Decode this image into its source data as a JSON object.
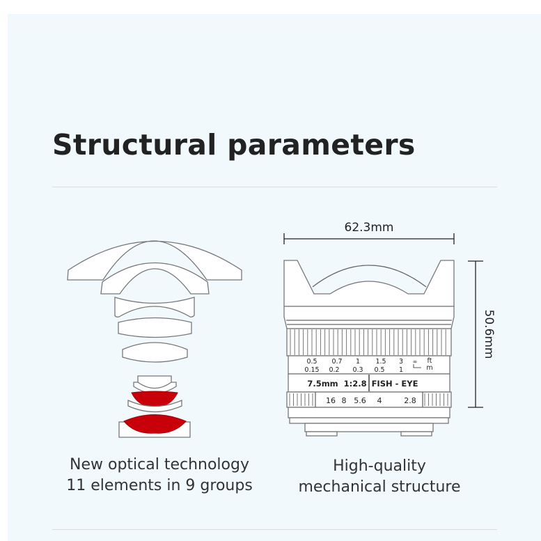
{
  "title": "Structural parameters",
  "optics": {
    "caption_line1": "New optical technology",
    "caption_line2": "11 elements in 9 groups",
    "highlight_color": "#c8000a"
  },
  "mechanical": {
    "caption_line1": "High-quality",
    "caption_line2": "mechanical structure",
    "width_label": "62.3mm",
    "height_label": "50.6mm",
    "distance_ft": [
      "0.5",
      "0.7",
      "1",
      "1.5",
      "3"
    ],
    "distance_m": [
      "0.15",
      "0.2",
      "0.3",
      "0.5",
      "1"
    ],
    "infinity_symbol": "∞",
    "unit_ft": "ft",
    "unit_m": "m",
    "focal_spec": "7.5mm  1:2.8",
    "type_label": "FISH - EYE",
    "apertures": [
      "16",
      "8",
      "5.6",
      "4",
      "2.8"
    ]
  }
}
